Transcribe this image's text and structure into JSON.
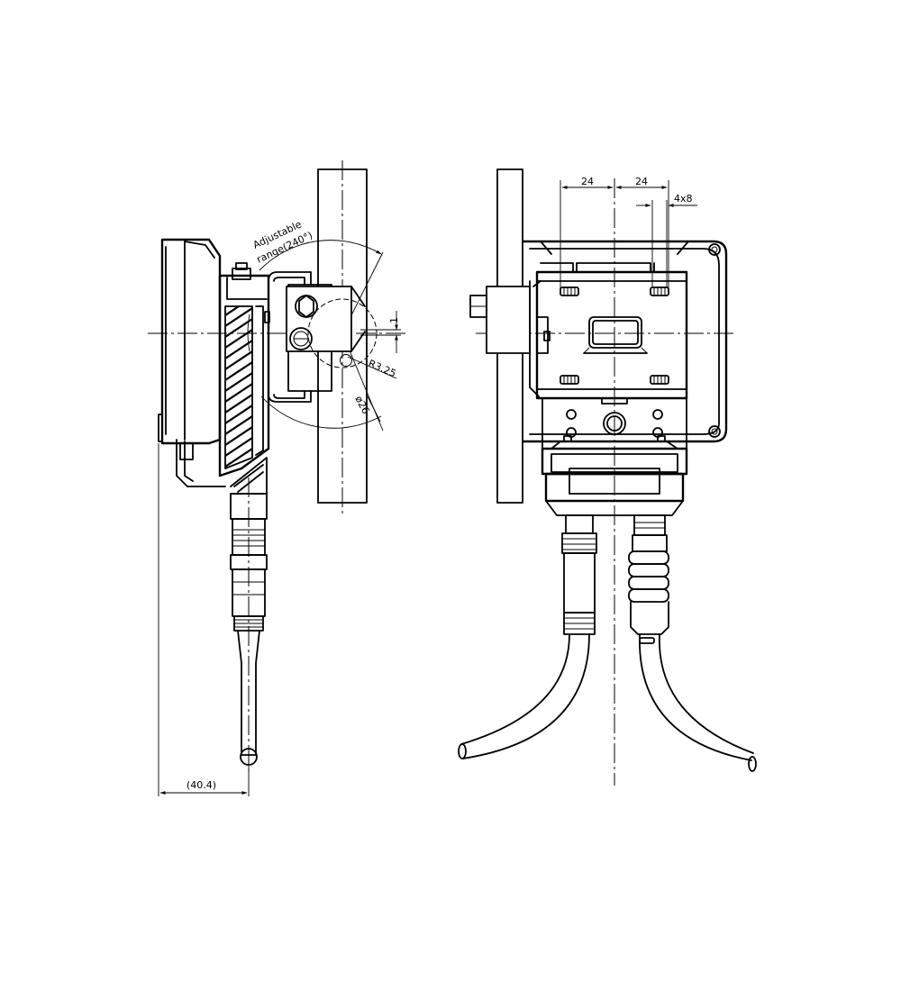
{
  "labels": {
    "adjustable_line1": "Adjustable",
    "adjustable_line2": "range(240°)",
    "dim_1": "1",
    "dim_r325": "R3.25",
    "dim_d26": "ø26",
    "dim_404": "(40.4)",
    "dim_24_left": "24",
    "dim_24_right": "24",
    "dim_4x8": "4x8"
  }
}
